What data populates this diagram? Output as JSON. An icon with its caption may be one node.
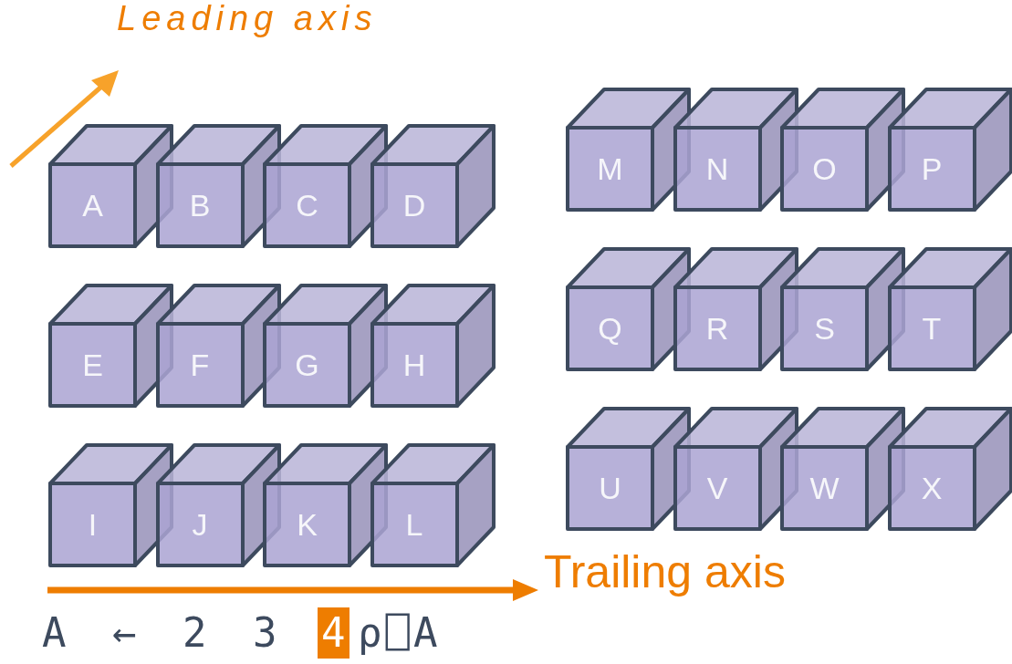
{
  "diagram": {
    "nodes": [
      {
        "text": [
          "A"
        ]
      },
      {
        "text": [
          "B"
        ]
      },
      {
        "text": [
          "C"
        ]
      },
      {
        "text": [
          "D"
        ]
      },
      {
        "text": [
          "E"
        ]
      },
      {
        "text": [
          "F"
        ]
      },
      {
        "text": [
          "G"
        ]
      },
      {
        "text": [
          "H"
        ]
      },
      {
        "text": [
          "I"
        ]
      },
      {
        "text": [
          "J"
        ]
      },
      {
        "text": [
          "K"
        ]
      },
      {
        "text": [
          "L"
        ]
      },
      {
        "text": [
          "M"
        ]
      },
      {
        "text": [
          "N"
        ]
      },
      {
        "text": [
          "O"
        ]
      },
      {
        "text": [
          "P"
        ]
      },
      {
        "text": [
          "Q"
        ]
      },
      {
        "text": [
          "R"
        ]
      },
      {
        "text": [
          "S"
        ]
      },
      {
        "text": [
          "T"
        ]
      },
      {
        "text": [
          "U"
        ]
      },
      {
        "text": [
          "V"
        ]
      },
      {
        "text": [
          "W"
        ]
      },
      {
        "text": [
          "X"
        ]
      }
    ],
    "edges": [],
    "labels": [
      "Leading axis",
      "Trailing axis",
      "A ← 2 3",
      "4",
      "⍴⎕A"
    ]
  }
}
